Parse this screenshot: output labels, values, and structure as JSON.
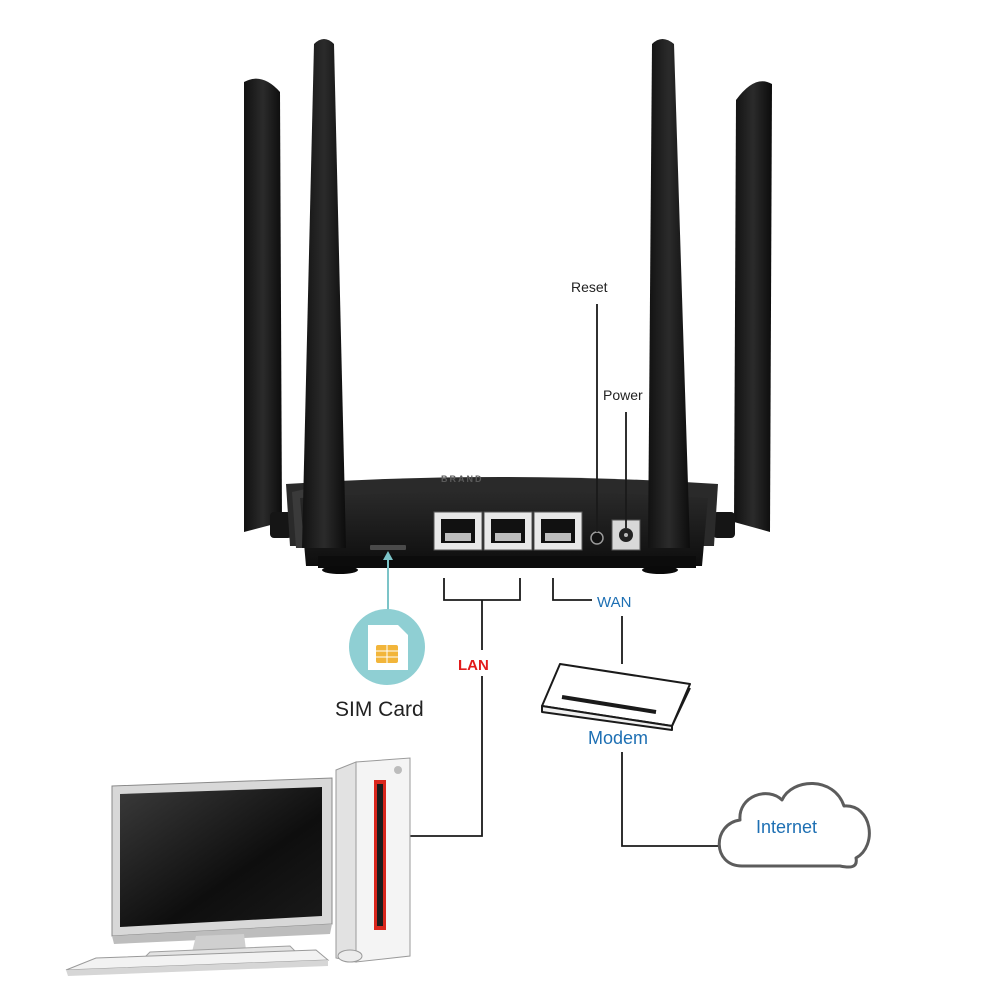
{
  "labels": {
    "reset": "Reset",
    "power": "Power",
    "wan": "WAN",
    "lan": "LAN",
    "sim_card": "SIM Card",
    "modem": "Modem",
    "internet": "Internet"
  },
  "brand_text": "BRAND",
  "icons": {
    "sim": "sim-card-icon",
    "cloud": "cloud-icon",
    "modem": "modem-icon",
    "computer": "desktop-computer-icon",
    "router": "router-icon"
  },
  "colors": {
    "router_body": "#1c1c1c",
    "connector_lines": "#1a1a1a",
    "sim_pointer": "#7cc4c8",
    "sim_circle": "#8fcfd3",
    "sim_chip": "#f2b53a",
    "lan_label": "#e21b1b",
    "accent_label": "#1d6fb3",
    "pc_accent": "#d9261c"
  }
}
